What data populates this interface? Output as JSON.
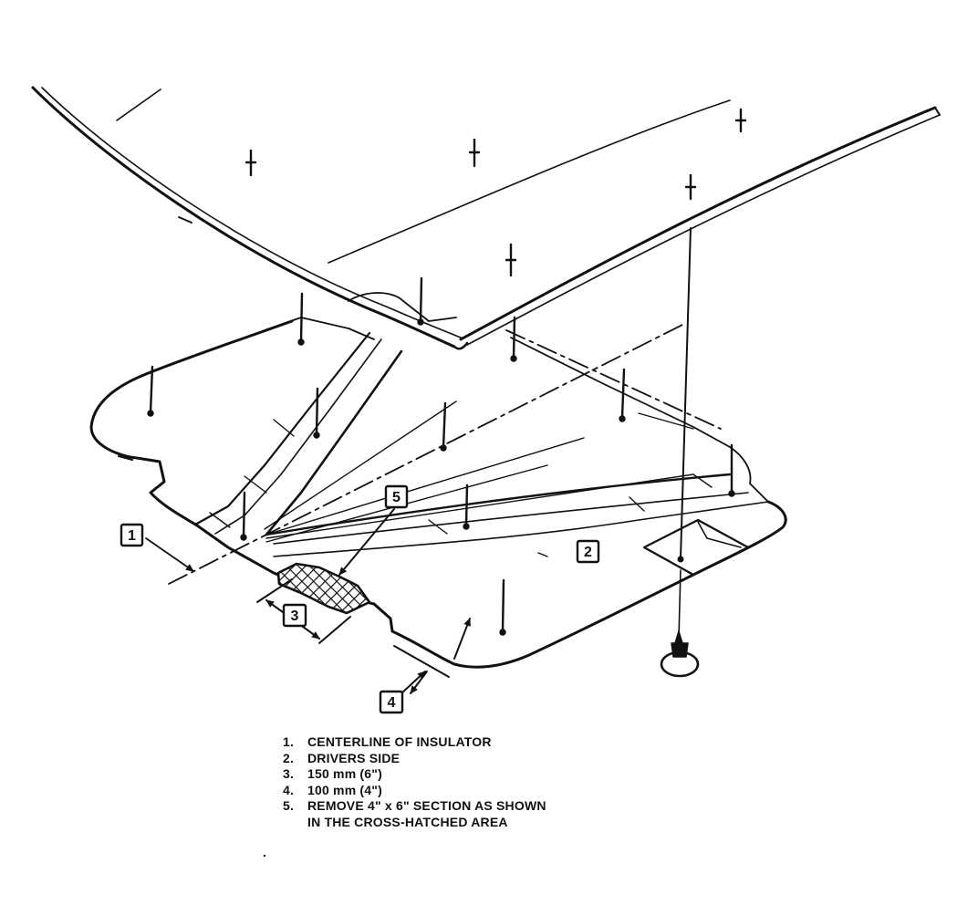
{
  "callouts": [
    {
      "num": "1"
    },
    {
      "num": "2"
    },
    {
      "num": "3"
    },
    {
      "num": "4"
    },
    {
      "num": "5"
    }
  ],
  "legend": [
    {
      "num": "1.",
      "text": "CENTERLINE OF INSULATOR"
    },
    {
      "num": "2.",
      "text": "DRIVERS SIDE"
    },
    {
      "num": "3.",
      "text": "150 mm (6\")"
    },
    {
      "num": "4.",
      "text": "100 mm (4\")"
    },
    {
      "num": "5.",
      "text": "REMOVE 4\" x 6\" SECTION AS SHOWN\nIN THE CROSS-HATCHED AREA"
    }
  ],
  "colors": {
    "ink": "#111111",
    "paper": "#ffffff"
  }
}
